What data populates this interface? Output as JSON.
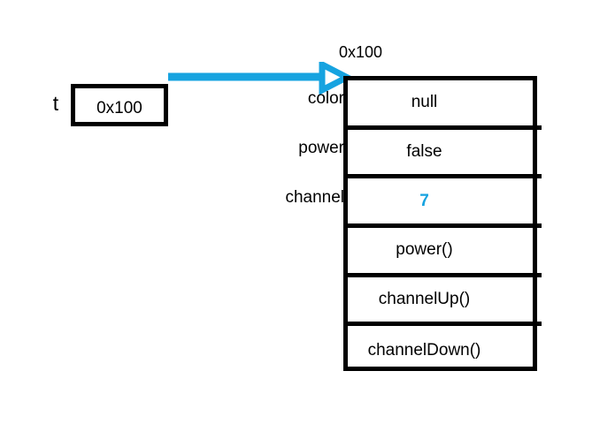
{
  "diagram": {
    "title": "object-reference-diagram",
    "background": "#ffffff",
    "accent_color": "#16a3e0",
    "line_color": "#000000"
  },
  "variable": {
    "name": "t",
    "value": "0x100"
  },
  "arrow": {
    "icon": "arrow-right-icon",
    "color": "#16a3e0",
    "from": "variable-box",
    "to": "object-box"
  },
  "object": {
    "address_label": "0x100",
    "rows": [
      {
        "field": "color",
        "value": "null",
        "accent": false
      },
      {
        "field": "power",
        "value": "false",
        "accent": false
      },
      {
        "field": "channel",
        "value": "7",
        "accent": true
      },
      {
        "field": "",
        "value": "power()",
        "accent": false
      },
      {
        "field": "",
        "value": "channelUp()",
        "accent": false
      },
      {
        "field": "",
        "value": "channelDown()",
        "accent": false
      }
    ]
  }
}
